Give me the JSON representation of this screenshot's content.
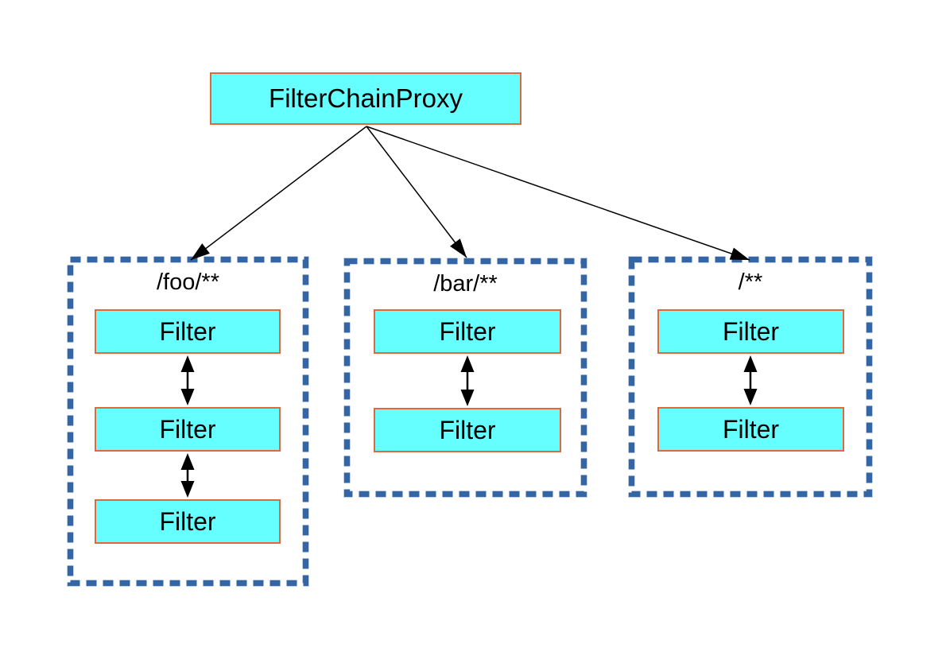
{
  "diagram": {
    "root": {
      "label": "FilterChainProxy"
    },
    "chains": [
      {
        "pattern": "/foo/**",
        "filters": [
          "Filter",
          "Filter",
          "Filter"
        ]
      },
      {
        "pattern": "/bar/**",
        "filters": [
          "Filter",
          "Filter"
        ]
      },
      {
        "pattern": "/**",
        "filters": [
          "Filter",
          "Filter"
        ]
      }
    ],
    "colors": {
      "node_fill": "#66FFFF",
      "node_border": "#E0683C",
      "chain_border": "#3465A4",
      "chain_halo": "#BECFE6",
      "ink": "#000000",
      "bg": "#FFFFFF"
    }
  }
}
